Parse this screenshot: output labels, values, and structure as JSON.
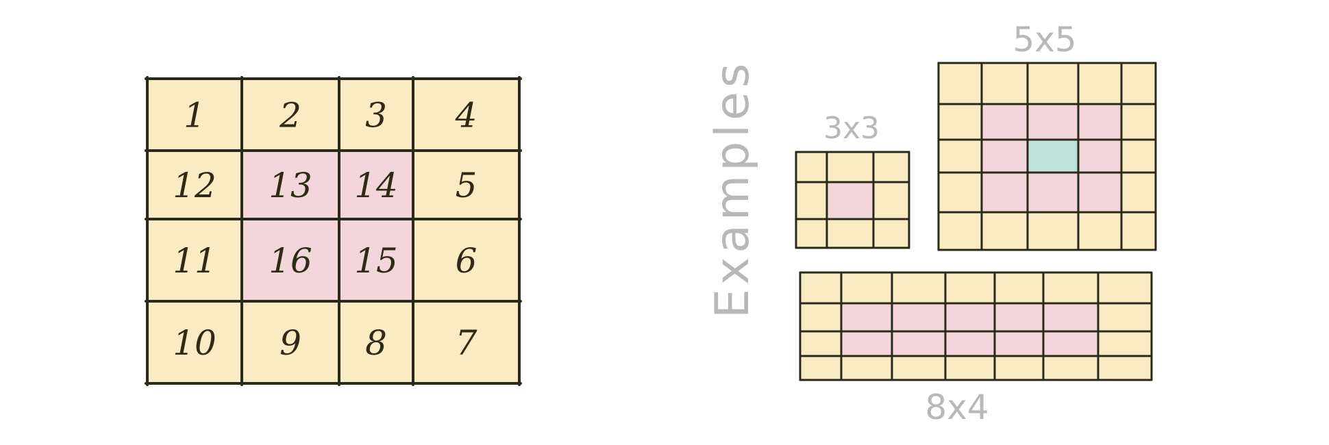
{
  "colors": {
    "outer_fill": "#f9ebc4",
    "inner_fill": "#f3d6da",
    "center_fill": "#bde3db",
    "ink": "#2b2a1a",
    "label_gray": "#b8b8b8"
  },
  "spiral_grid": {
    "rows": 4,
    "cols": 4,
    "numbers": [
      [
        "1",
        "2",
        "3",
        "4"
      ],
      [
        "12",
        "13",
        "14",
        "5"
      ],
      [
        "11",
        "16",
        "15",
        "6"
      ],
      [
        "10",
        "9",
        "8",
        "7"
      ]
    ]
  },
  "examples": {
    "title": "Examples",
    "items": [
      {
        "label": "3x3",
        "cols": 3,
        "rows": 3
      },
      {
        "label": "5x5",
        "cols": 5,
        "rows": 5
      },
      {
        "label": "8x4",
        "cols": 8,
        "rows": 4
      }
    ]
  }
}
